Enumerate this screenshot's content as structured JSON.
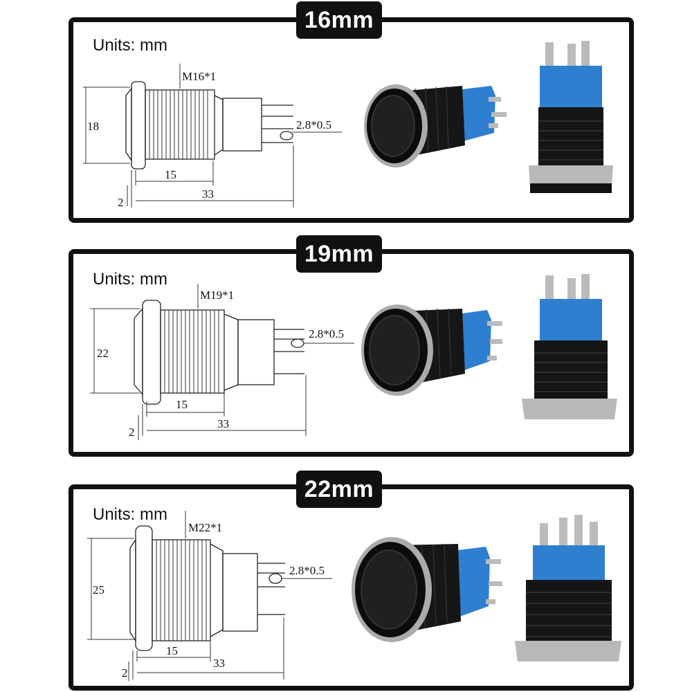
{
  "panels": [
    {
      "title": "16mm",
      "units": "Units: mm",
      "thread": "M16*1",
      "height": "18",
      "threaded_length": "15",
      "total_length": "33",
      "flange": "2",
      "terminal": "2.8*0.5"
    },
    {
      "title": "19mm",
      "units": "Units: mm",
      "thread": "M19*1",
      "height": "22",
      "threaded_length": "15",
      "total_length": "33",
      "flange": "2",
      "terminal": "2.8*0.5"
    },
    {
      "title": "22mm",
      "units": "Units: mm",
      "thread": "M22*1",
      "height": "25",
      "threaded_length": "15",
      "total_length": "33",
      "flange": "2",
      "terminal": "2.8*0.5"
    }
  ],
  "colors": {
    "frame": "#111111",
    "housing_blue": "#2f7fd0",
    "body_black": "#151515",
    "bezel_silver": "#b9b9b9"
  }
}
